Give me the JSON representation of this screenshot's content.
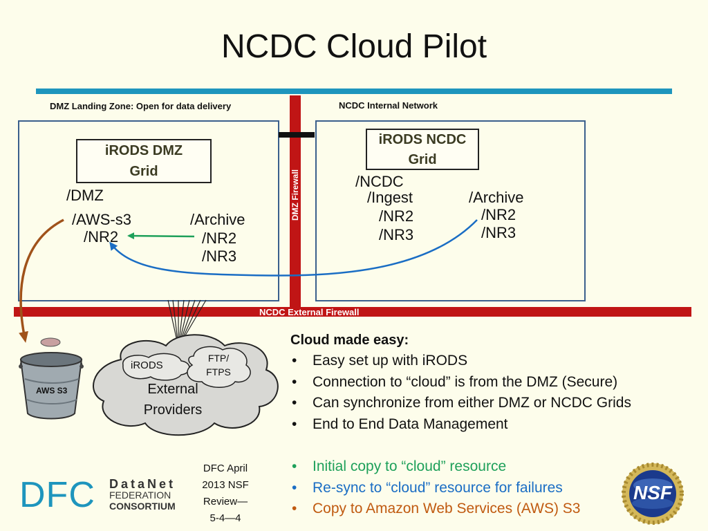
{
  "title": "NCDC Cloud Pilot",
  "dmz_zone": {
    "label": "DMZ Landing Zone: Open for data delivery",
    "grid_line1": "iRODS DMZ",
    "grid_line2": "Grid",
    "root": "/DMZ",
    "aws_path": "/AWS-s3",
    "aws_nr2": "/NR2",
    "archive": "/Archive",
    "archive_nr2": "/NR2",
    "archive_nr3": "/NR3"
  },
  "ncdc_zone": {
    "label": "NCDC Internal Network",
    "grid_line1": "iRODS NCDC",
    "grid_line2": "Grid",
    "root": "/NCDC",
    "ingest": "/Ingest",
    "ingest_nr2": "/NR2",
    "ingest_nr3": "/NR3",
    "archive": "/Archive",
    "archive_nr2": "/NR2",
    "archive_nr3": "/NR3"
  },
  "firewalls": {
    "dmz": "DMZ Firewall",
    "external": "NCDC External Firewall"
  },
  "cloud": {
    "irods": "iRODS",
    "ftp_line1": "FTP/",
    "ftp_line2": "FTPS",
    "providers_line1": "External",
    "providers_line2": "Providers"
  },
  "bucket_label": "AWS S3",
  "summary": {
    "heading": "Cloud made easy:",
    "points": [
      "Easy set up with iRODS",
      "Connection to “cloud” is from the DMZ (Secure)",
      "Can synchronize from either DMZ or NCDC Grids",
      "End to End Data Management"
    ],
    "colored_points": [
      {
        "text": "Initial copy to “cloud” resource",
        "color": "#1ea05a"
      },
      {
        "text": "Re-sync to “cloud” resource for failures",
        "color": "#1a6dc4"
      },
      {
        "text": "Copy to Amazon Web Services (AWS) S3",
        "color": "#c05a10"
      }
    ]
  },
  "footer": {
    "line1": "DFC April",
    "line2": "2013 NSF",
    "line3": "Review—",
    "line4": "5-4—4"
  },
  "logos": {
    "dfc": "DFC",
    "datanet_line1": "DataNet",
    "datanet_line2": "FEDERATION",
    "datanet_line3": "CONSORTIUM",
    "nsf": "NSF"
  },
  "colors": {
    "accent_bar": "#1e95bd",
    "firewall": "#c01515",
    "initial_copy_arrow": "#1ea05a",
    "resync_arrow": "#1a6dc4",
    "aws_copy_arrow": "#a0521a"
  }
}
